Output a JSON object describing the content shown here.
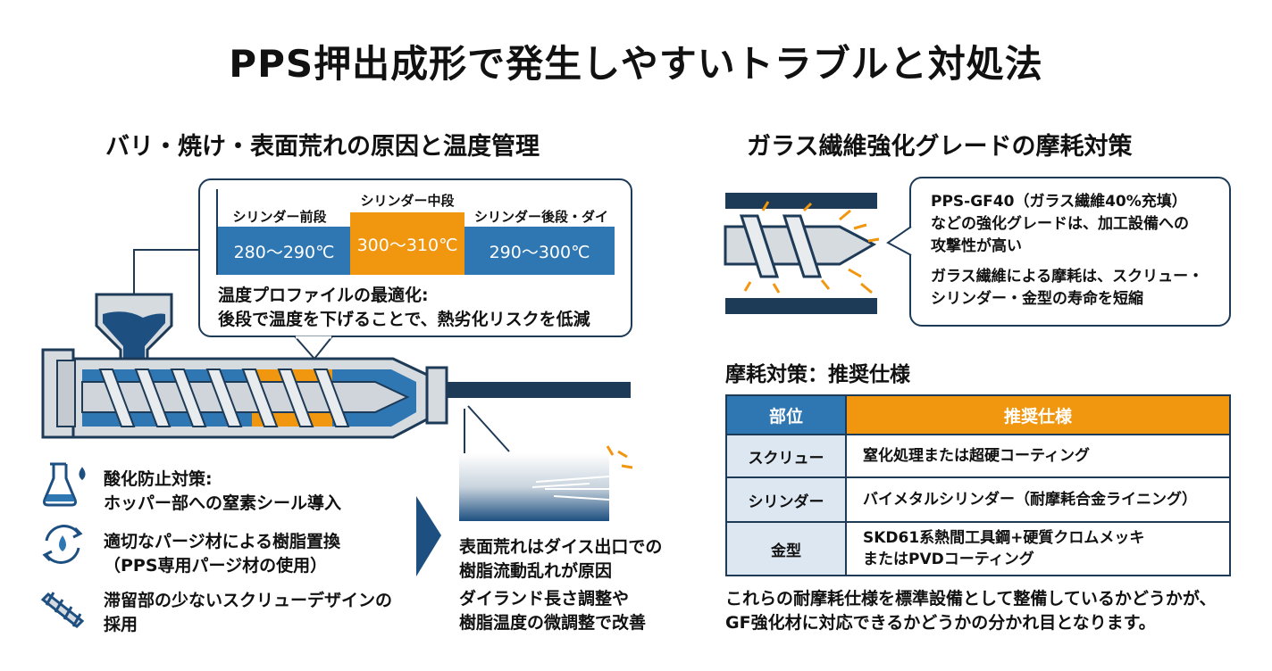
{
  "title": "PPS押出成形で発生しやすいトラブルと対処法",
  "left": {
    "heading": "バリ・焼け・表面荒れの原因と温度管理",
    "zones": [
      {
        "label": "シリンダー前段",
        "temp": "280〜290℃",
        "color": "#2f77b3"
      },
      {
        "label": "シリンダー中段",
        "temp": "300〜310℃",
        "color": "#f0960f"
      },
      {
        "label": "シリンダー後段・ダイ",
        "temp": "290〜300℃",
        "color": "#2f77b3"
      }
    ],
    "profile_note": {
      "line1": "温度プロファイルの最適化:",
      "line2": "後段で温度を下げることで、熱劣化リスクを低減"
    },
    "measures": [
      {
        "icon": "flask-icon",
        "line1": "酸化防止対策:",
        "line2": "ホッパー部への窒素シール導入"
      },
      {
        "icon": "recycle-droplet-icon",
        "line1": "適切なパージ材による樹脂置換",
        "line2": "（PPS専用パージ材の使用）"
      },
      {
        "icon": "screw-icon",
        "line1": "滞留部の少ないスクリューデザインの",
        "line2": "採用"
      }
    ],
    "surface_note": {
      "line1": "表面荒れはダイス出口での",
      "line2": "樹脂流動乱れが原因",
      "line3": "ダイランド長さ調整や",
      "line4": "樹脂温度の微調整で改善"
    }
  },
  "right": {
    "heading": "ガラス繊維強化グレードの摩耗対策",
    "callout": {
      "line1": "PPS-GF40（ガラス繊維40%充填）",
      "line2": "などの強化グレードは、加工設備への",
      "line3": "攻撃性が高い",
      "line4": "ガラス繊維による摩耗は、スクリュー・",
      "line5": "シリンダー・金型の寿命を短縮"
    },
    "spec_heading": "摩耗対策：推奨仕様",
    "table": {
      "headers": [
        "部位",
        "推奨仕様"
      ],
      "rows": [
        {
          "part": "スクリュー",
          "spec1": "窒化処理または超硬コーティング",
          "spec2": ""
        },
        {
          "part": "シリンダー",
          "spec1": "バイメタルシリンダー（耐摩耗合金ライニング）",
          "spec2": ""
        },
        {
          "part": "金型",
          "spec1": "SKD61系熱間工具鋼+硬質クロムメッキ",
          "spec2": "またはPVDコーティング"
        }
      ]
    },
    "conclusion": {
      "line1": "これらの耐摩耗仕様を標準設備として整備しているかどうかが、",
      "line2": "GF強化材に対応できるかどうかの分かれ目となります。"
    }
  },
  "colors": {
    "navy": "#1d3a57",
    "blue": "#2f77b3",
    "orange": "#f0960f",
    "light": "#dde7f1",
    "steel": "#d6dbe0"
  }
}
